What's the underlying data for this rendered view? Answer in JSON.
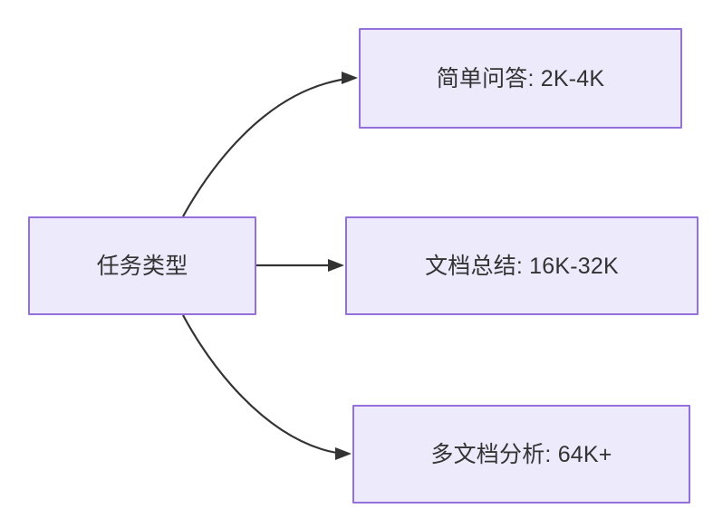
{
  "diagram": {
    "type": "flowchart",
    "direction": "left-to-right",
    "background_color": "#FFFFFF",
    "node_fill_color": "#ECEAFB",
    "node_border_color": "#9370DB",
    "node_text_color": "#333333",
    "edge_color": "#333333",
    "nodes": [
      {
        "id": "source",
        "label": "任务类型",
        "role": "root"
      },
      {
        "id": "simple-qa",
        "label": "简单问答: 2K-4K",
        "role": "leaf"
      },
      {
        "id": "doc-summary",
        "label": "文档总结: 16K-32K",
        "role": "leaf"
      },
      {
        "id": "multi-doc",
        "label": "多文档分析: 64K+",
        "role": "leaf"
      }
    ],
    "edges": [
      {
        "id": "edge-source-simple-qa",
        "from": "source",
        "to": "simple-qa",
        "label": "",
        "style": "curved-arrow"
      },
      {
        "id": "edge-source-doc-summary",
        "from": "source",
        "to": "doc-summary",
        "label": "",
        "style": "straight-arrow"
      },
      {
        "id": "edge-source-multi-doc",
        "from": "source",
        "to": "multi-doc",
        "label": "",
        "style": "curved-arrow"
      }
    ]
  }
}
